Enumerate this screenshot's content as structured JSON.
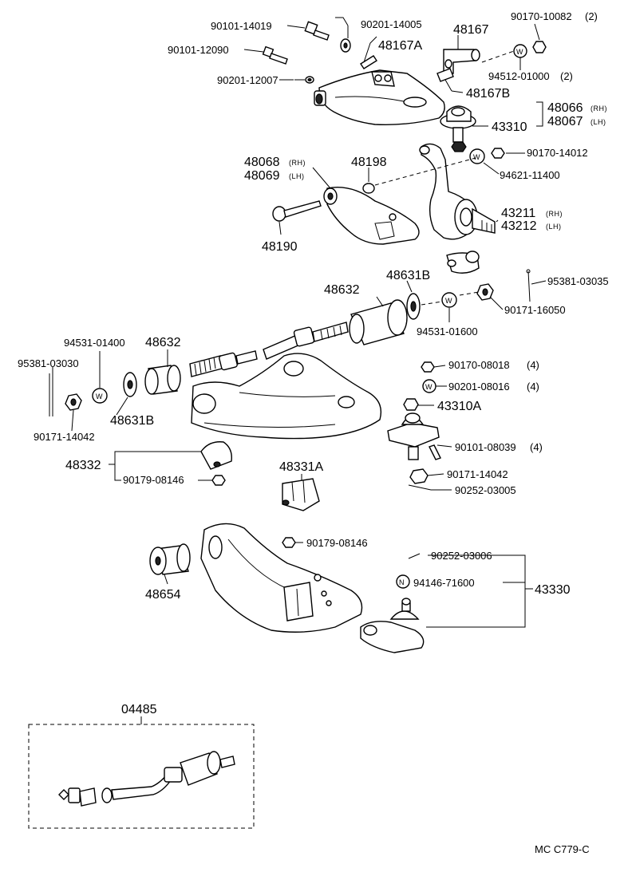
{
  "diagram": {
    "labels": {
      "p90101_14019": "90101-14019",
      "p90201_14005": "90201-14005",
      "p48167": "48167",
      "p90170_10082": "90170-10082",
      "q90170_10082": "(2)",
      "p90101_12090": "90101-12090",
      "p48167A": "48167A",
      "p94512_01000": "94512-01000",
      "q94512_01000": "(2)",
      "p90201_12007": "90201-12007",
      "p48167B": "48167B",
      "p48066": "48066",
      "s48066": "(RH)",
      "p48067": "48067",
      "s48067": "(LH)",
      "p43310": "43310",
      "p90170_14012": "90170-14012",
      "p48068": "48068",
      "s48068": "(RH)",
      "p48069": "48069",
      "s48069": "(LH)",
      "p48198": "48198",
      "p94621_11400": "94621-11400",
      "p43211": "43211",
      "s43211": "(RH)",
      "p43212": "43212",
      "s43212": "(LH)",
      "p48190": "48190",
      "p48632_top": "48632",
      "p48631B_top": "48631B",
      "p95381_03035": "95381-03035",
      "p90171_16050": "90171-16050",
      "p94531_01600": "94531-01600",
      "p94531_01400": "94531-01400",
      "p48632_left": "48632",
      "p95381_03030": "95381-03030",
      "p90170_08018": "90170-08018",
      "q90170_08018": "(4)",
      "p90201_08016": "90201-08016",
      "q90201_08016": "(4)",
      "p43310A": "43310A",
      "p48631B_left": "48631B",
      "p90171_14042_left": "90171-14042",
      "p90101_08039": "90101-08039",
      "q90101_08039": "(4)",
      "p48332": "48332",
      "p90179_08146_a": "90179-08146",
      "p48331A": "48331A",
      "p90171_14042_right": "90171-14042",
      "p90252_03005": "90252-03005",
      "p90179_08146_b": "90179-08146",
      "p90252_03006": "90252-03006",
      "p94146_71600": "94146-71600",
      "p43330": "43330",
      "p48654": "48654",
      "p04485": "04485",
      "washer_w": "W",
      "nut_n": "N",
      "footer": "MC  C779-C"
    }
  }
}
